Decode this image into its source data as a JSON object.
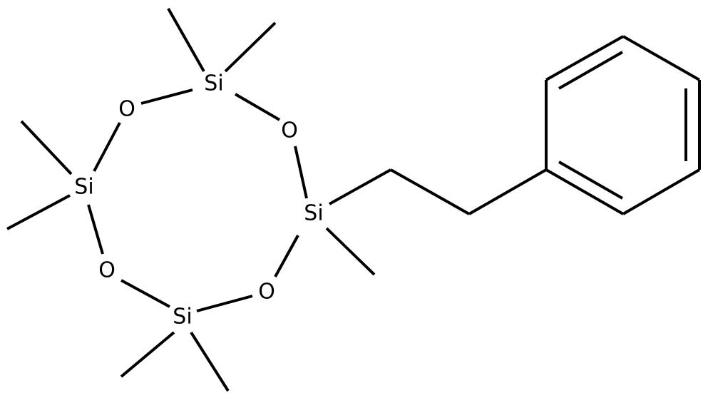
{
  "diagram": {
    "type": "chemical-structure",
    "atoms": {
      "si_top": "Si",
      "si_left": "Si",
      "si_right": "Si",
      "si_bottom": "Si",
      "o_top_left": "O",
      "o_top_right": "O",
      "o_bottom_left": "O",
      "o_bottom_right": "O"
    },
    "colors": {
      "bond": "#000000",
      "label": "#000000",
      "background": "#ffffff"
    }
  }
}
